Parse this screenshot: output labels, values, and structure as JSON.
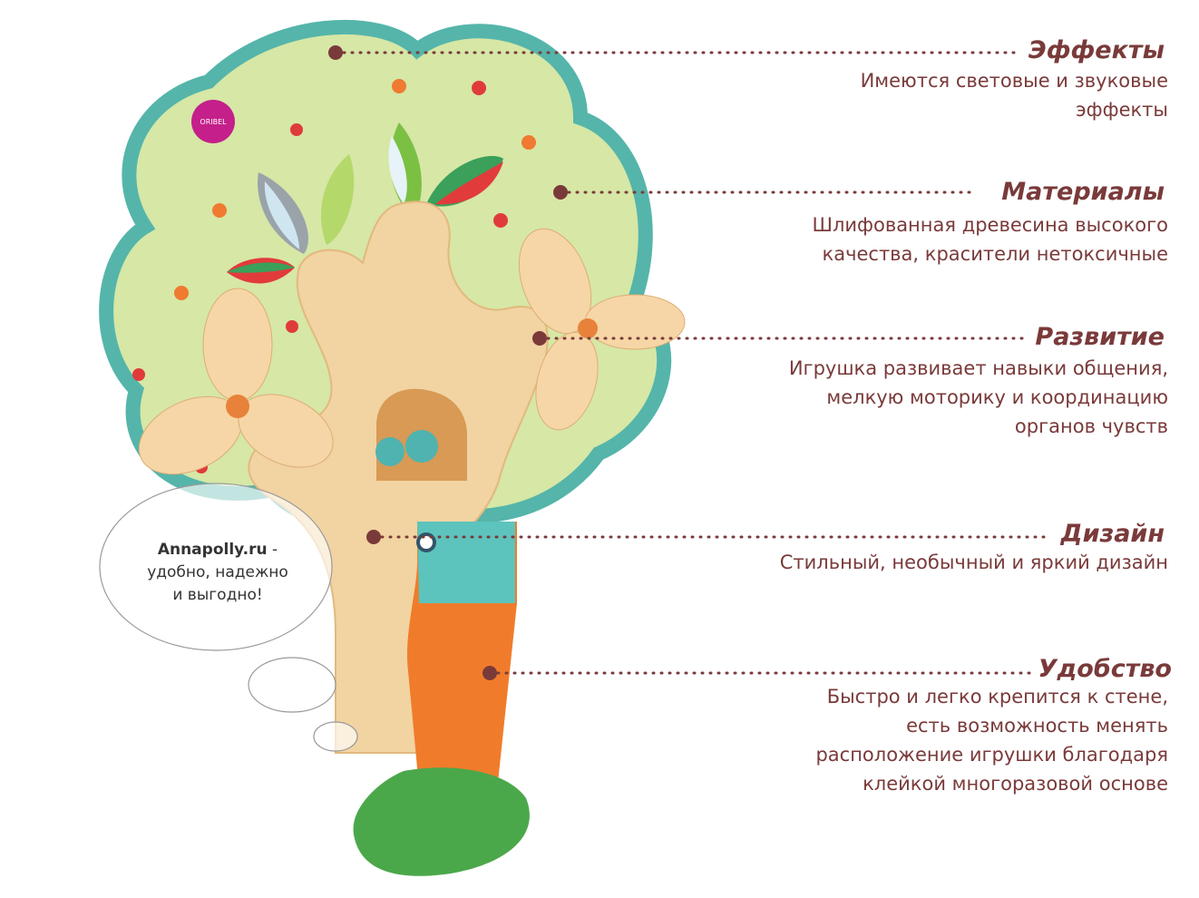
{
  "brand": {
    "logo_text": "ORIBEL"
  },
  "colors": {
    "accent": "#7a3a3a",
    "tree_border": "#55b5aa",
    "foliage": "#d6e7a6",
    "trunk": "#f2d3a2"
  },
  "features": [
    {
      "title": "Эффекты",
      "lines": [
        "Имеются световые и звуковые",
        "эффекты"
      ]
    },
    {
      "title": "Материалы",
      "lines": [
        "Шлифованная древесина высокого",
        "качества, красители нетоксичные"
      ]
    },
    {
      "title": "Развитие",
      "lines": [
        "Игрушка развивает навыки общения,",
        "мелкую моторику и координацию",
        "органов чувств"
      ]
    },
    {
      "title": "Дизайн",
      "lines": [
        "Стильный, необычный и яркий дизайн"
      ]
    },
    {
      "title": "Удобство",
      "lines": [
        "Быстро и легко крепится к стене,",
        "есть возможность менять",
        "расположение игрушки благодаря",
        "клейкой многоразовой основе"
      ]
    }
  ],
  "bubble": {
    "site": "Annapolly.ru",
    "dash": " -",
    "line2": "удобно, надежно",
    "line3": "и выгодно!"
  }
}
